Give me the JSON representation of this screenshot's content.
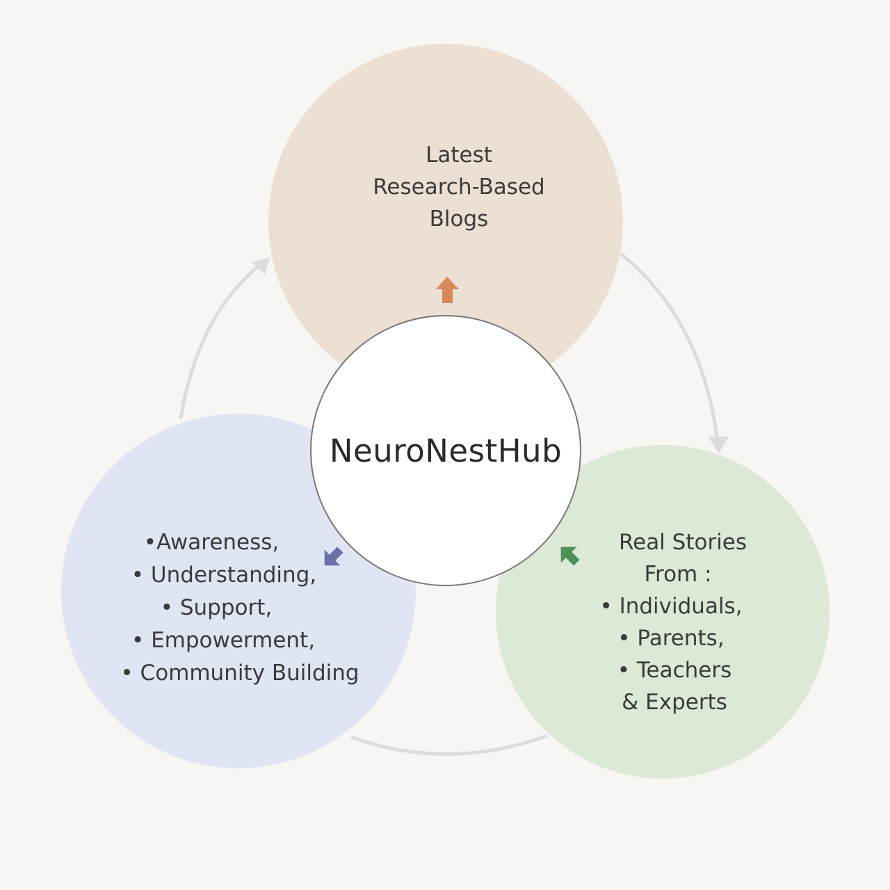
{
  "center": {
    "title": "NeuroNestHub"
  },
  "top": {
    "lines": [
      "Latest",
      "Research-Based",
      "Blogs"
    ]
  },
  "left": {
    "lines": [
      "•Awareness,",
      "• Understanding,",
      "• Support,",
      "• Empowerment,",
      "• Community Building"
    ]
  },
  "right": {
    "lines": [
      "Real Stories",
      "From :",
      "• Individuals,",
      "• Parents,",
      "• Teachers",
      "& Experts"
    ]
  },
  "colors": {
    "top": "#ecdfd4",
    "left": "#dfe5f2",
    "right": "#dce9d6",
    "arrow_top": "#d7875a",
    "arrow_left": "#6a72a8",
    "arrow_right": "#4f8f5a",
    "cycle": "#d9d9d9"
  }
}
